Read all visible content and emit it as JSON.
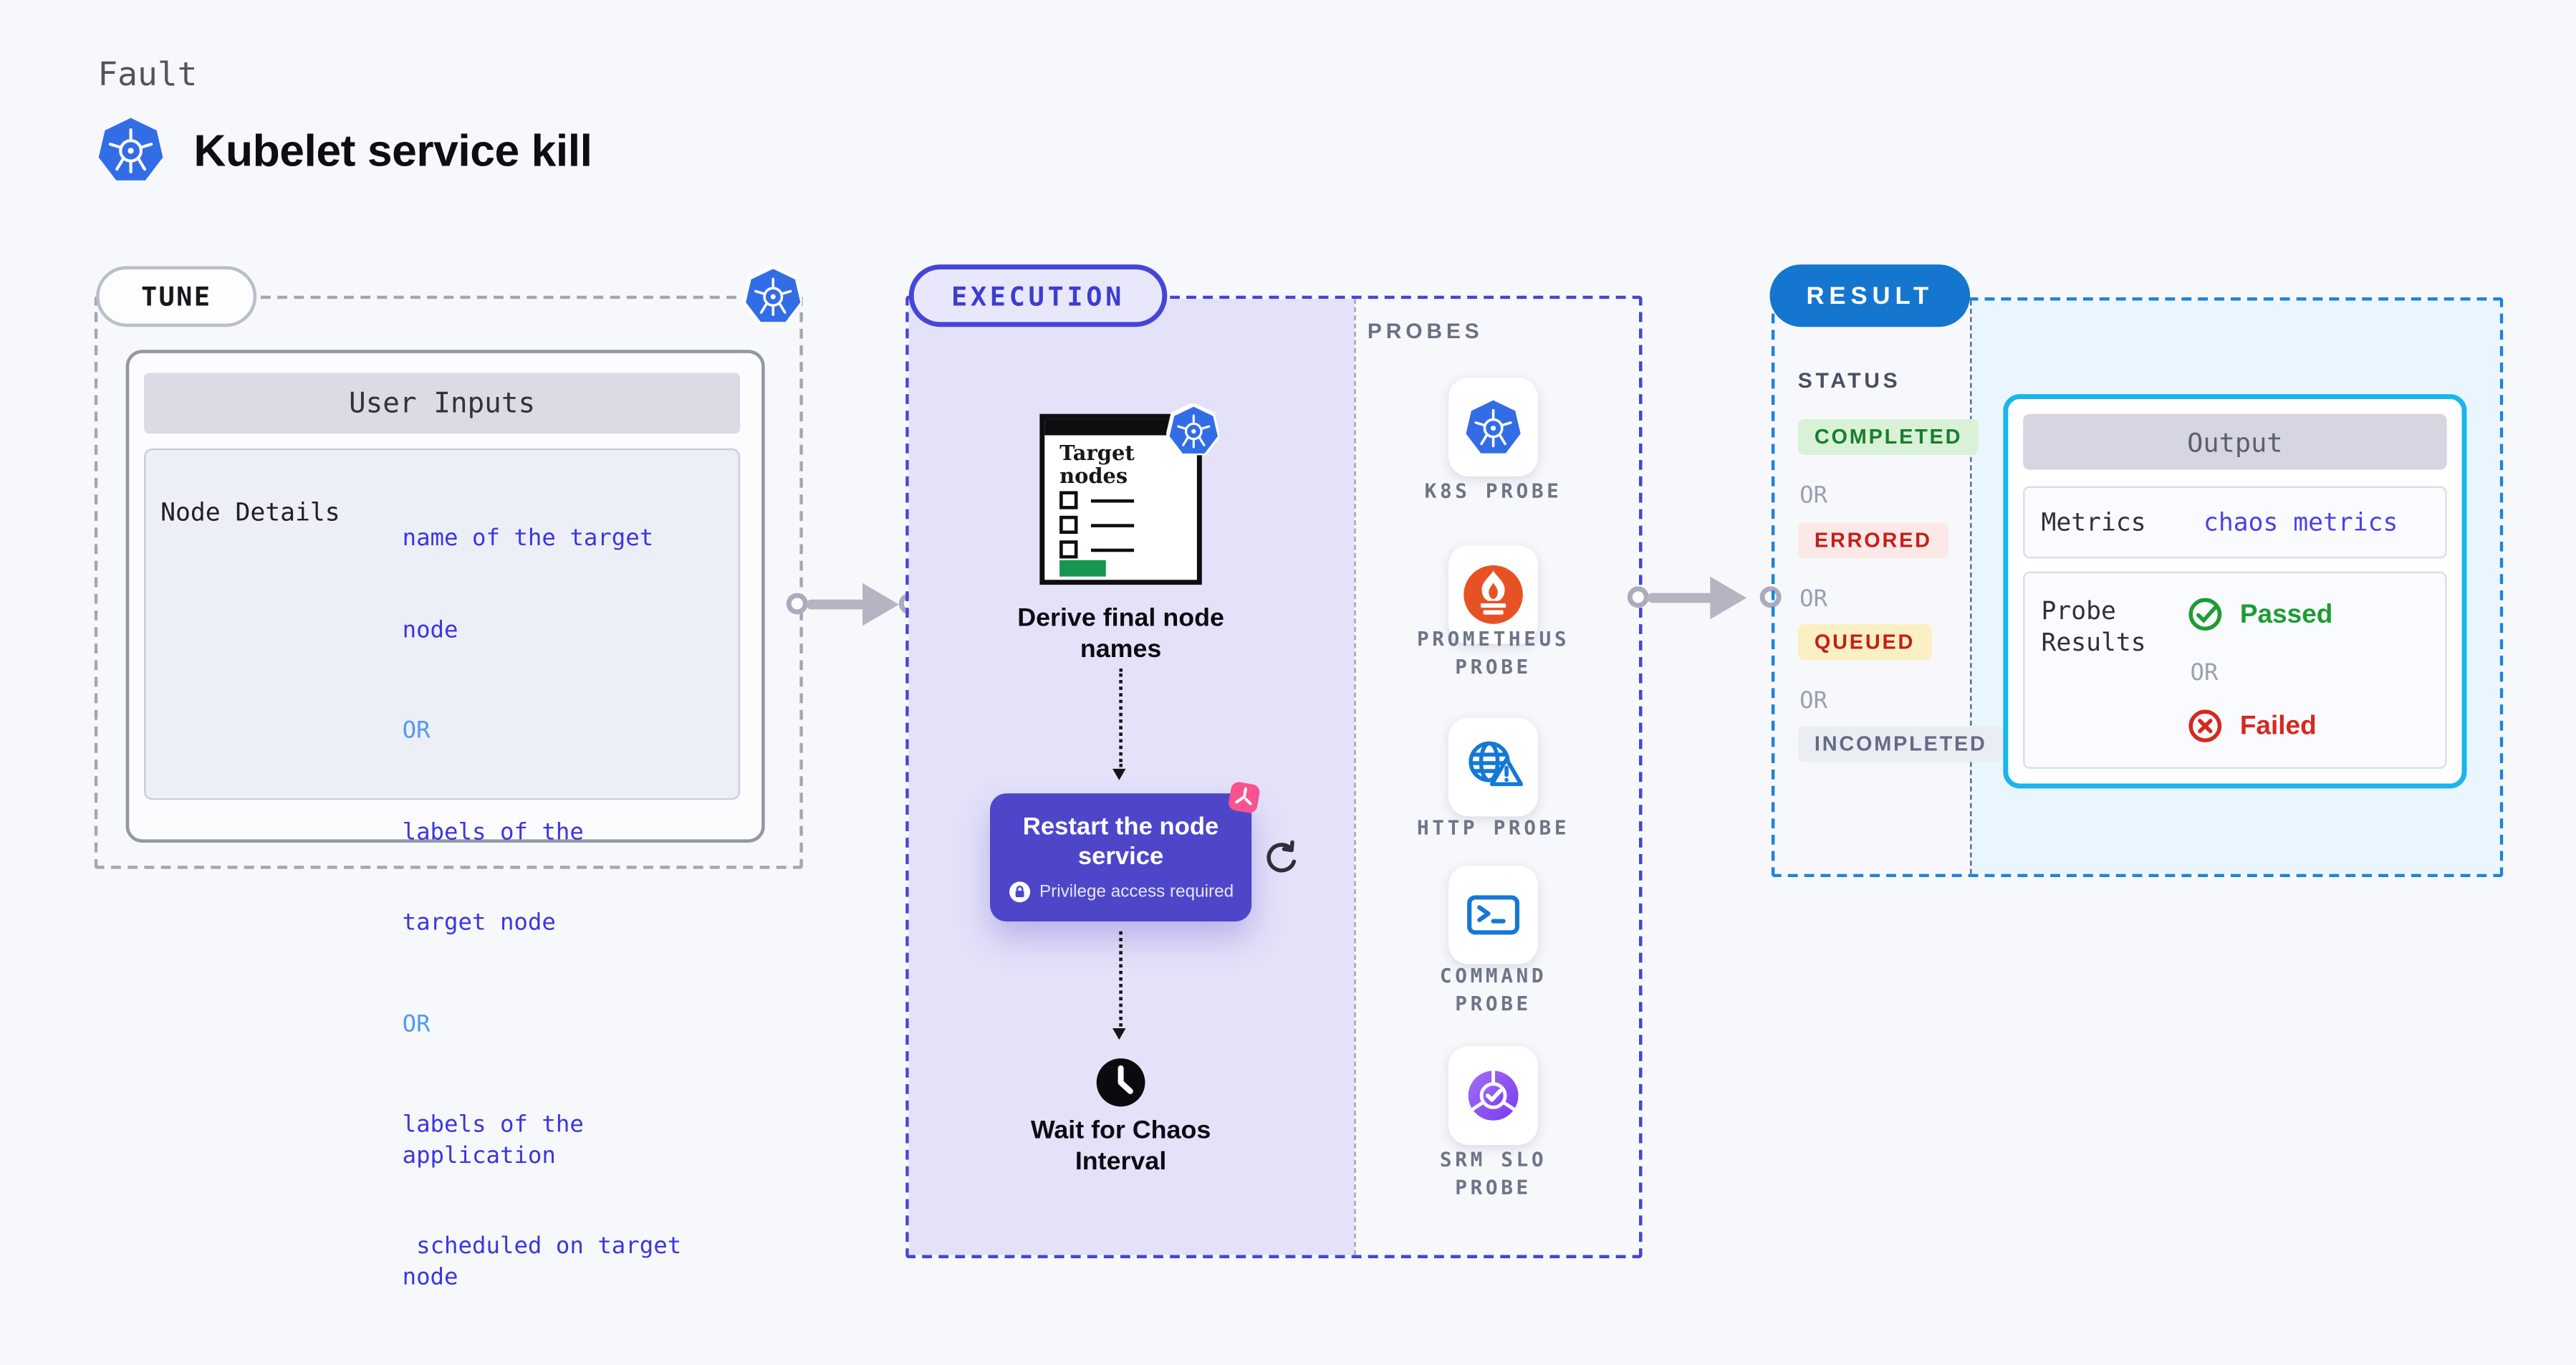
{
  "header": {
    "kind_label": "Fault",
    "title": "Kubelet service kill"
  },
  "tune": {
    "badge": "TUNE",
    "table": {
      "header": "User Inputs",
      "row_label": "Node Details",
      "value_block1": [
        "name of the target",
        "node"
      ],
      "or1": "OR",
      "value_block2": [
        "labels of the",
        "target node"
      ],
      "or2": "OR",
      "value_block3": [
        "labels of the application",
        " scheduled on target node"
      ]
    }
  },
  "execution": {
    "badge": "EXECUTION",
    "window_title": "Target nodes",
    "step_derive": "Derive final node names",
    "step_restart": {
      "title": "Restart the node service",
      "note": "Privilege access required"
    },
    "step_wait": "Wait for Chaos Interval",
    "probes_heading": "PROBES",
    "probes": [
      {
        "label": "K8S PROBE",
        "icon": "k8s-icon"
      },
      {
        "label": "PROMETHEUS PROBE",
        "icon": "prometheus-icon"
      },
      {
        "label": "HTTP PROBE",
        "icon": "http-globe-warning-icon"
      },
      {
        "label": "COMMAND PROBE",
        "icon": "terminal-icon"
      },
      {
        "label": "SRM SLO PROBE",
        "icon": "srm-slo-icon"
      }
    ]
  },
  "result": {
    "badge": "RESULT",
    "status_heading": "STATUS",
    "or_label": "OR",
    "statuses": [
      {
        "label": "COMPLETED",
        "type": "success"
      },
      {
        "label": "ERRORED",
        "type": "error"
      },
      {
        "label": "QUEUED",
        "type": "warning"
      },
      {
        "label": "INCOMPLETED",
        "type": "neutral"
      }
    ],
    "output": {
      "header": "Output",
      "metrics_label": "Metrics",
      "metrics_value": "chaos metrics",
      "probe_results_label": "Probe Results",
      "passed": "Passed",
      "or": "OR",
      "failed": "Failed"
    }
  },
  "colors": {
    "page_background": "#f7f8fb",
    "kubernetes_blue": "#326de6",
    "execution_indigo": "#4545d6",
    "execution_panel_lavender": "#e4e2f9",
    "result_blue": "#1476cf",
    "result_panel_cyan": "#e9f6fd",
    "output_border_cyan": "#19b5ec",
    "restart_purple": "#4e46c9",
    "chaos_pink": "#f8538f",
    "prometheus_orange": "#e75225",
    "probe_blue": "#1478d6",
    "srm_purple": "#8a4ff2",
    "success_green": "#1e9c34",
    "error_red": "#d6281e",
    "arrow_gray": "#b4b4c2"
  }
}
